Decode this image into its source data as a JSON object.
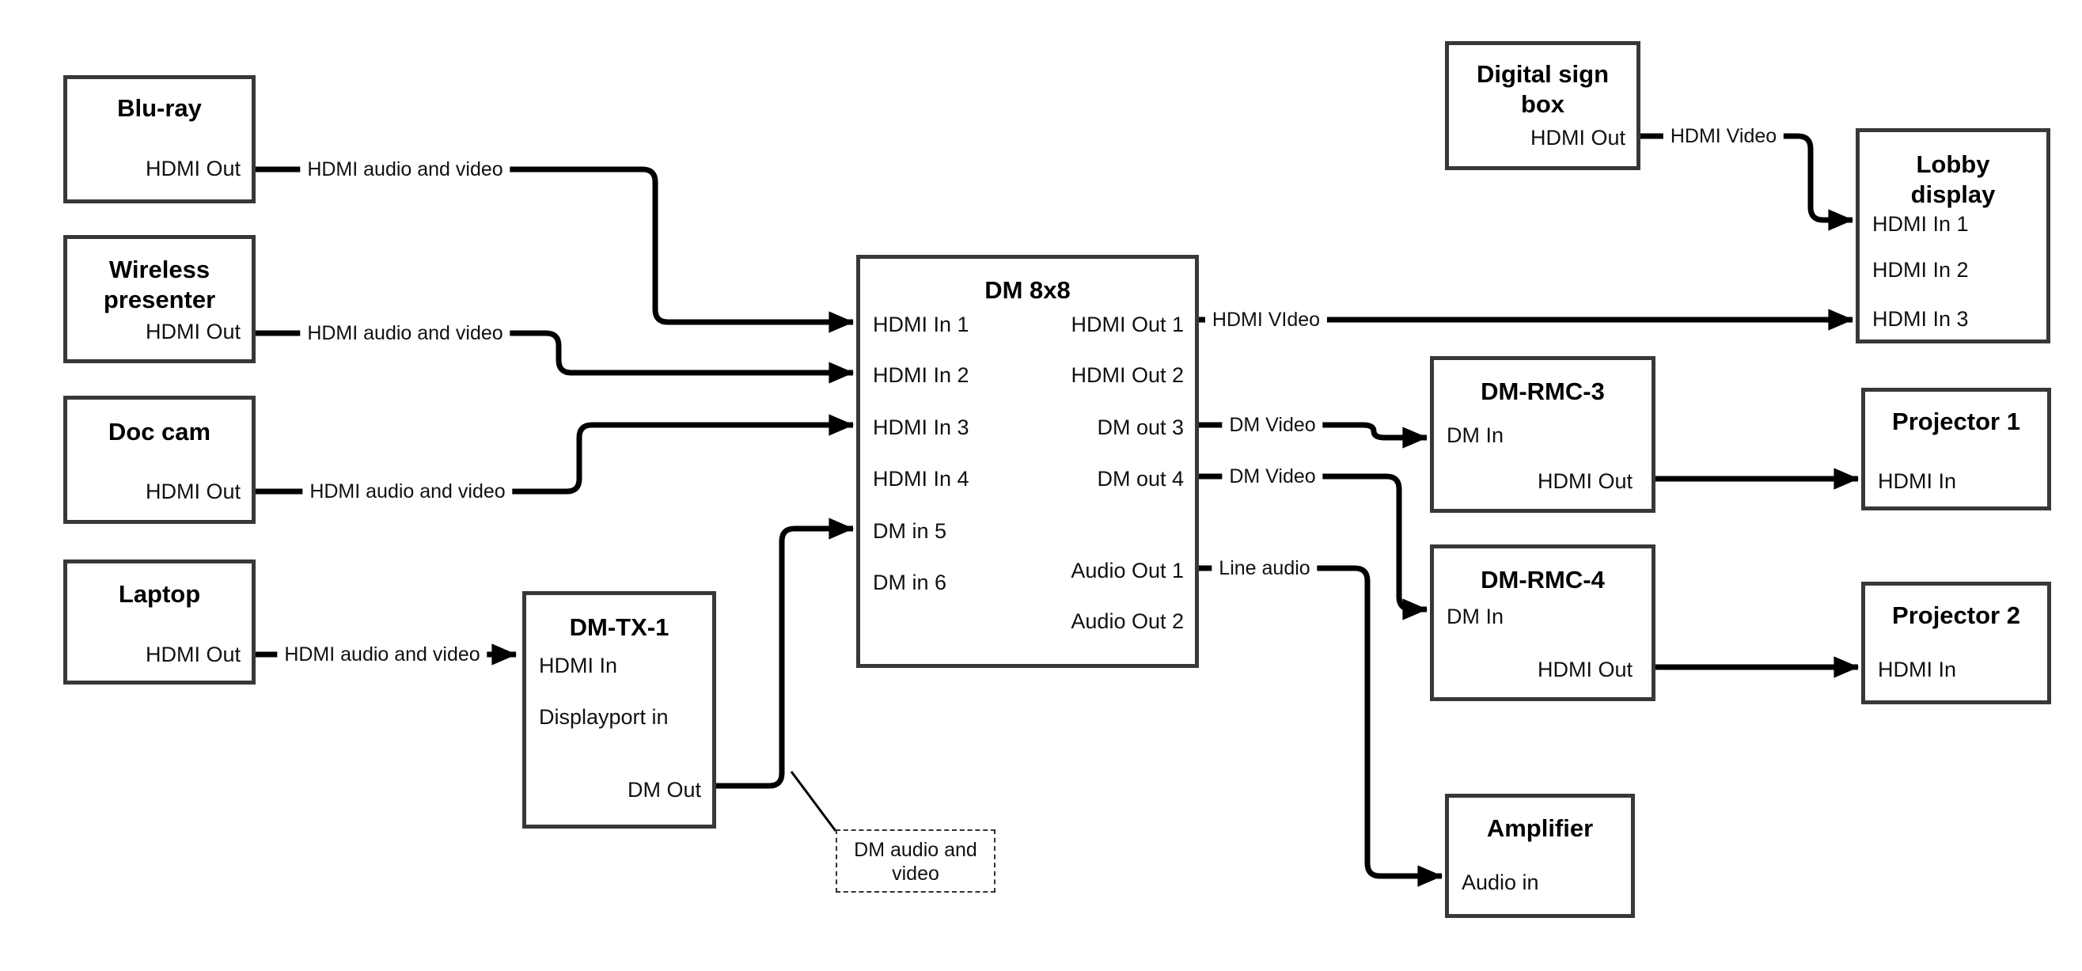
{
  "colors": {
    "background": "#ffffff",
    "wire": "#000000",
    "box_border": "#383838",
    "text": "#000000"
  },
  "nodes": {
    "bluray": {
      "title": "Blu-ray",
      "port_out": "HDMI Out"
    },
    "wireless": {
      "title_line1": "Wireless",
      "title_line2": "presenter",
      "port_out": "HDMI Out"
    },
    "doccam": {
      "title": "Doc cam",
      "port_out": "HDMI Out"
    },
    "laptop": {
      "title": "Laptop",
      "port_out": "HDMI Out"
    },
    "dmtx1": {
      "title": "DM-TX-1",
      "port_hdmi_in": "HDMI In",
      "port_dp_in": "Displayport in",
      "port_dm_out": "DM Out"
    },
    "dm8x8": {
      "title": "DM 8x8",
      "inputs": [
        "HDMI In 1",
        "HDMI In 2",
        "HDMI In 3",
        "HDMI In 4",
        "DM in 5",
        "DM in 6"
      ],
      "outputs": [
        "HDMI Out 1",
        "HDMI Out 2",
        "DM out 3",
        "DM out 4",
        "Audio Out 1",
        "Audio Out 2"
      ]
    },
    "digitalsign": {
      "title_line1": "Digital sign",
      "title_line2": "box",
      "port_out": "HDMI Out"
    },
    "lobby": {
      "title_line1": "Lobby",
      "title_line2": "display",
      "ports": [
        "HDMI In 1",
        "HDMI In 2",
        "HDMI In 3"
      ]
    },
    "dmrmc3": {
      "title": "DM-RMC-3",
      "port_in": "DM In",
      "port_out": "HDMI Out"
    },
    "proj1": {
      "title": "Projector 1",
      "port_in": "HDMI In"
    },
    "dmrmc4": {
      "title": "DM-RMC-4",
      "port_in": "DM In",
      "port_out": "HDMI Out"
    },
    "proj2": {
      "title": "Projector 2",
      "port_in": "HDMI In"
    },
    "amplifier": {
      "title": "Amplifier",
      "port_in": "Audio in"
    }
  },
  "wire_labels": {
    "bluray_to_in1": "HDMI audio and video",
    "wireless_to_in2": "HDMI audio and video",
    "doccam_to_in3": "HDMI audio and video",
    "laptop_to_dmtx1": "HDMI audio and video",
    "hdmiout1_to_lobby": "HDMI VIdeo",
    "digitalsign_to_lobby": "HDMI Video",
    "dmout3_to_rmc3": "DM Video",
    "dmout4_to_rmc4": "DM Video",
    "audioout1_to_amp": "Line audio"
  },
  "note": {
    "line1": "DM audio and",
    "line2": "video"
  }
}
